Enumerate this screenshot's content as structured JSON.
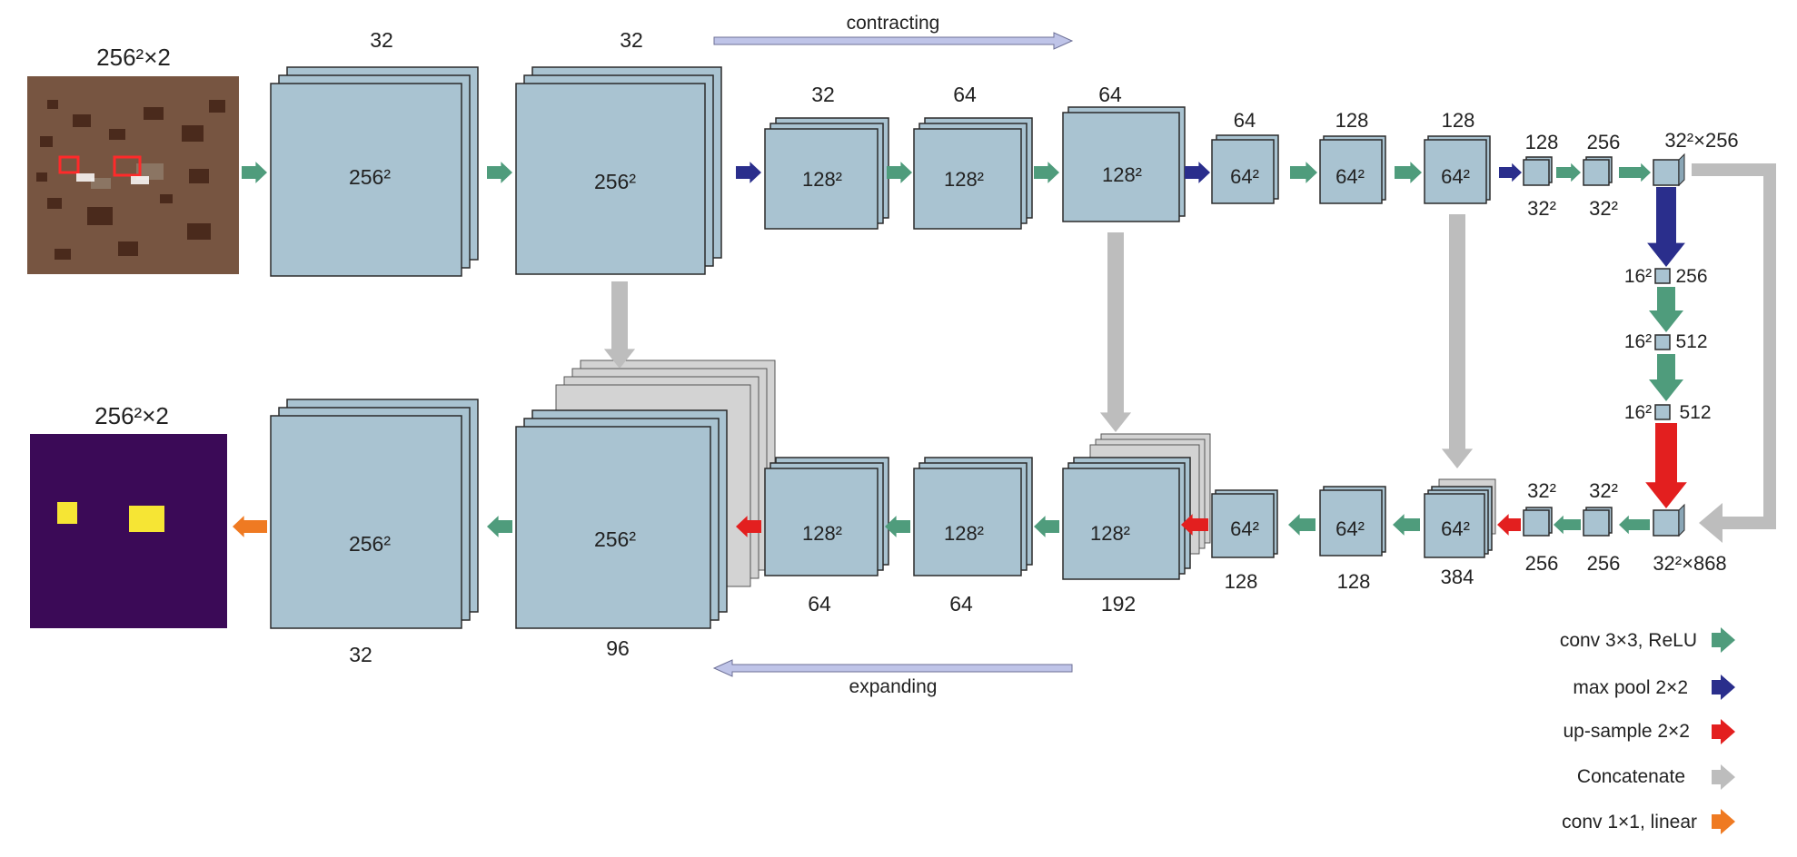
{
  "colors": {
    "block_fill": "#a9c3d1",
    "block_border": "#2b2b2b",
    "concat_fill": "#d3d3d3",
    "conv_arrow": "#4f9c7c",
    "pool_arrow": "#2a2e8c",
    "upsample_arrow": "#e31f1f",
    "concat_arrow": "#bdbdbd",
    "final_arrow": "#ef7a22",
    "output_bg": "#3b0a57",
    "output_object": "#f6e534",
    "direction_arrow": "#bfc4e8"
  },
  "direction": {
    "contracting": "contracting",
    "expanding": "expanding"
  },
  "input": {
    "label": "256²×2"
  },
  "output": {
    "label": "256²×2"
  },
  "labels": {
    "d1_channels": "32",
    "d1_size": "256²",
    "d2_channels": "32",
    "d2_size": "256²",
    "d3_channels": "32",
    "d3_size": "128²",
    "d4_channels": "64",
    "d4_size": "128²",
    "d5_channels": "64",
    "d5_size": "128²",
    "d6_channels": "64",
    "d6_size": "64²",
    "d7_channels": "128",
    "d7_size": "64²",
    "d8_channels": "128",
    "d8_size": "64²",
    "d9_channels": "128",
    "d9_size": "32²",
    "d10_channels": "256",
    "d10_size": "32²",
    "d11_label": "32²×256",
    "b1_size": "16²",
    "b1_channels": "256",
    "b2_size": "16²",
    "b2_channels": "512",
    "b3_size": "16²",
    "b3_channels": "512",
    "u1_label": "32²×868",
    "u2_size": "32²",
    "u2_channels": "256",
    "u3_size": "32²",
    "u3_channels": "256",
    "u4_channels": "384",
    "u4_size": "64²",
    "u5_channels": "128",
    "u5_size": "64²",
    "u6_channels": "128",
    "u6_size": "64²",
    "u7_channels": "192",
    "u7_size": "128²",
    "u8_channels": "64",
    "u8_size": "128²",
    "u9_channels": "64",
    "u9_size": "128²",
    "u10_channels": "96",
    "u10_size": "256²",
    "u11_channels": "32",
    "u11_size": "256²"
  },
  "legend": [
    {
      "label": "conv 3×3, ReLU",
      "color": "#4f9c7c"
    },
    {
      "label": "max pool 2×2",
      "color": "#2a2e8c"
    },
    {
      "label": "up-sample 2×2",
      "color": "#e31f1f"
    },
    {
      "label": "Concatenate",
      "color": "#bdbdbd"
    },
    {
      "label": "conv 1×1, linear",
      "color": "#ef7a22"
    }
  ]
}
